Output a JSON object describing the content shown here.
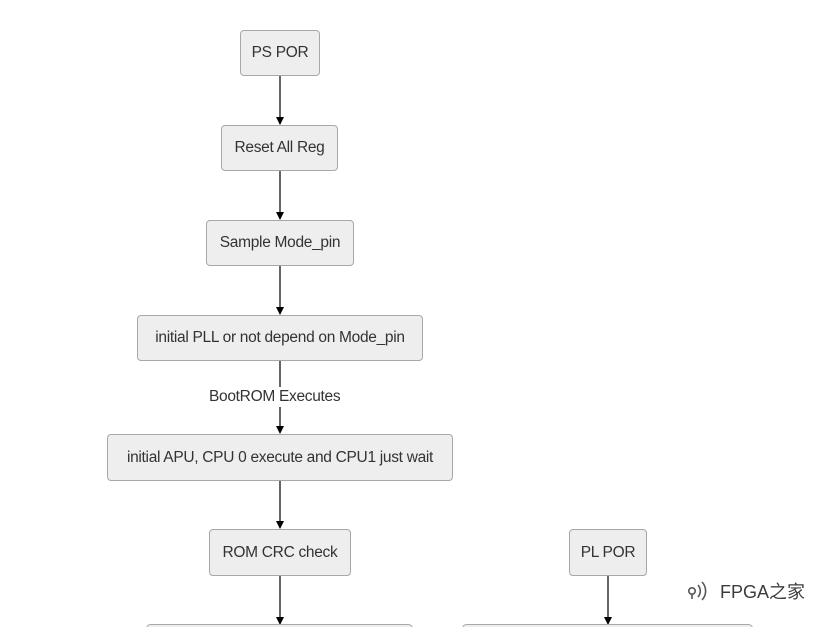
{
  "nodes": {
    "ps_por": "PS POR",
    "reset_all_reg": "Reset All Reg",
    "sample_mode_pin": "Sample Mode_pin",
    "initial_pll": "initial PLL or not depend on Mode_pin",
    "initial_apu": "initial APU, CPU 0 execute and CPU1 just wait",
    "rom_crc_check": "ROM CRC check",
    "pl_por": "PL POR"
  },
  "edge_labels": {
    "bootrom": "BootROM Executes"
  },
  "watermark": {
    "text": "FPGA之家",
    "icon": "wechat-official-account-icon"
  },
  "colors": {
    "node_fill": "#eeeeee",
    "node_border": "#a8a8a8",
    "edge": "#000000",
    "text": "#333333"
  }
}
